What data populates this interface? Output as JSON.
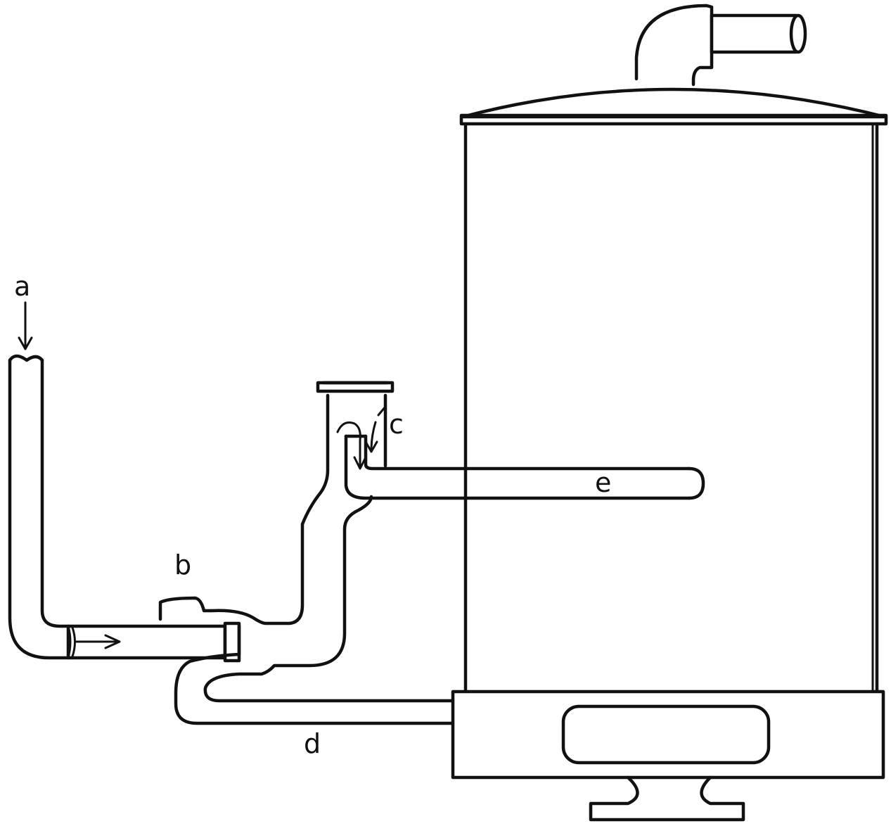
{
  "labels": {
    "a": "a",
    "b": "b",
    "c": "c",
    "d": "d",
    "e": "e"
  },
  "colors": {
    "ink": "#111111",
    "paper": "#ffffff"
  }
}
